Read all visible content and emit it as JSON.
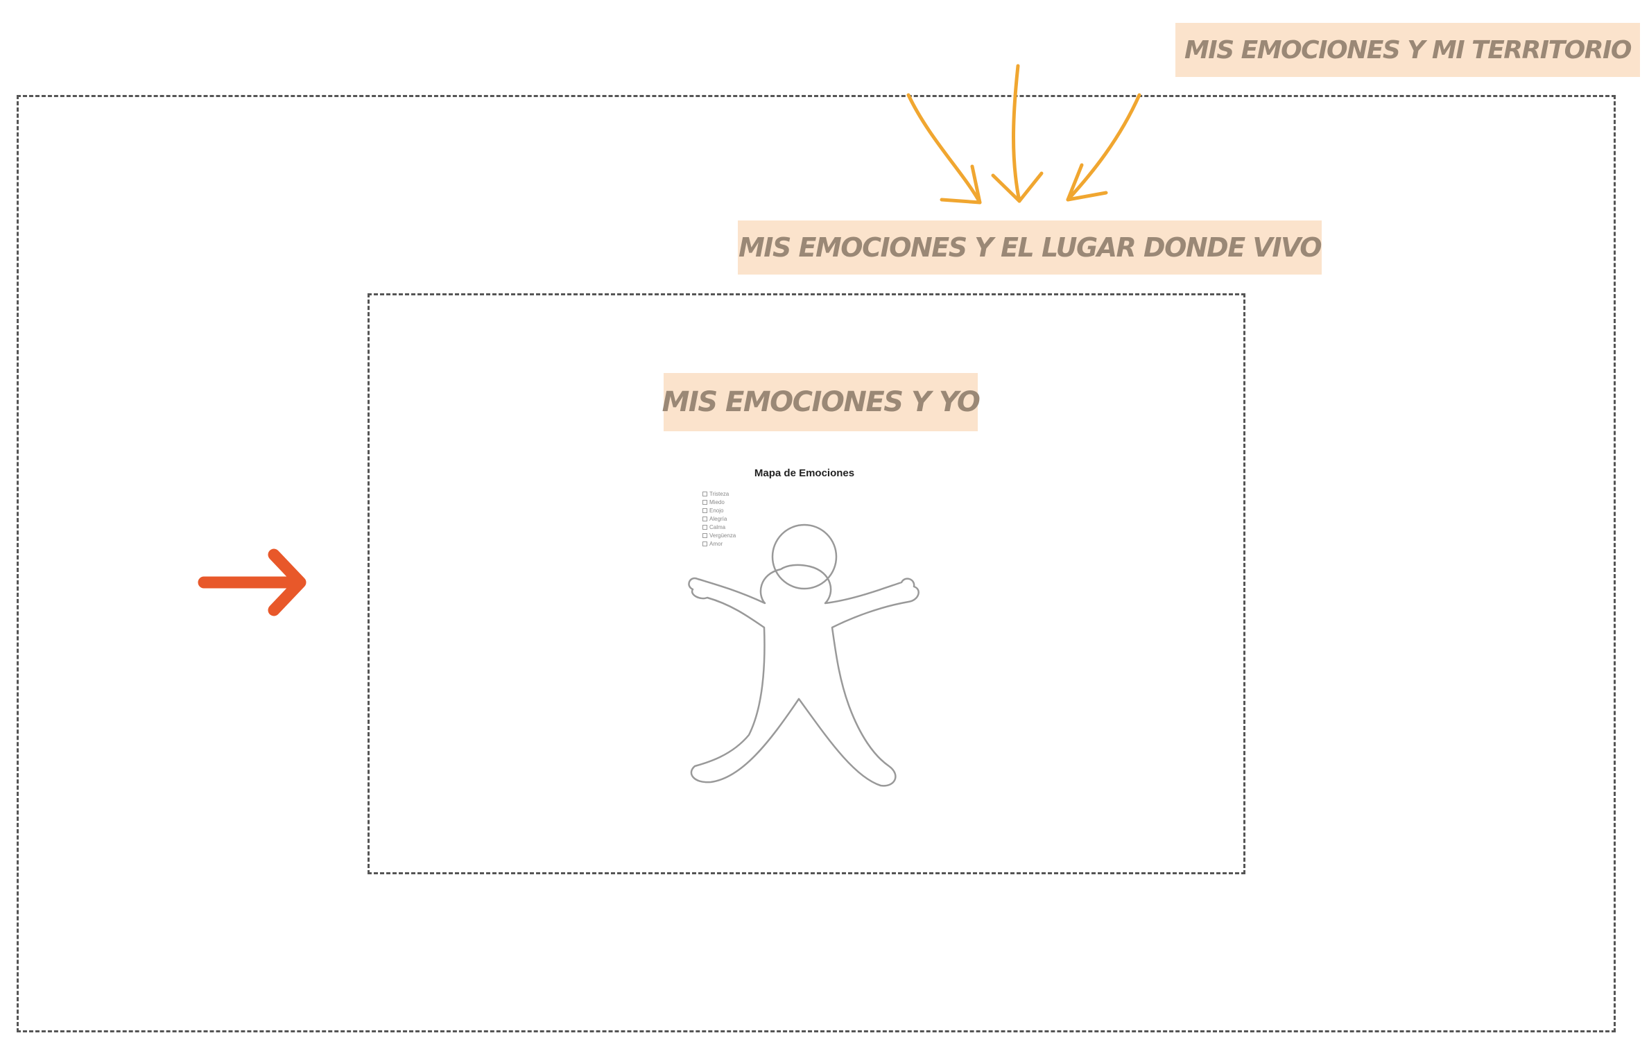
{
  "labels": {
    "territorio": "MIS EMOCIONES Y MI TERRITORIO",
    "lugar": "MIS EMOCIONES Y EL LUGAR DONDE VIVO",
    "yo": "MIS EMOCIONES Y YO"
  },
  "worksheet": {
    "title": "Mapa de Emociones",
    "emotions": [
      "Tristeza",
      "Miedo",
      "Enojo",
      "Alegría",
      "Calma",
      "Vergüenza",
      "Amor"
    ]
  },
  "colors": {
    "label_background": "#fbe3cc",
    "label_text": "#9a8876",
    "curved_arrows": "#f0a630",
    "side_arrow": "#e8582a",
    "frame_border": "#555555"
  },
  "icons": {
    "side_arrow": "right-arrow-icon",
    "curved_arrows": "curved-arrow-icon",
    "figure": "body-outline-icon"
  }
}
